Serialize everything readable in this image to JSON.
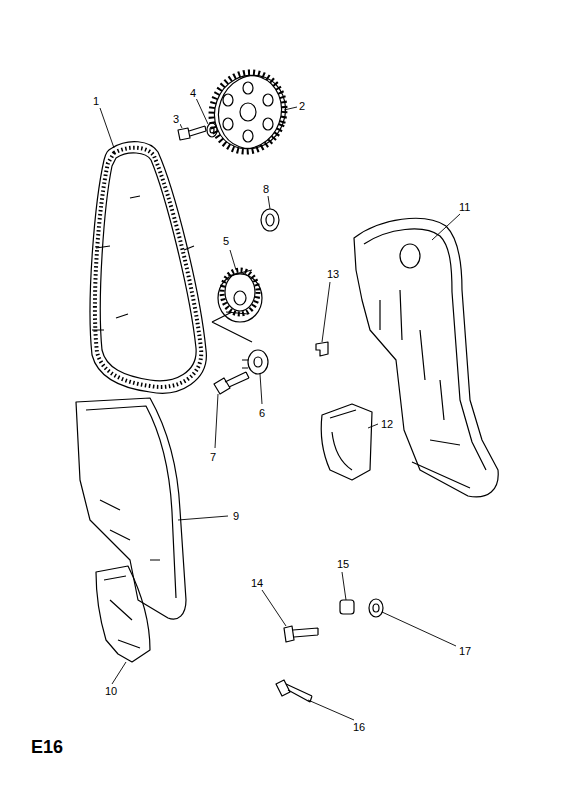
{
  "diagram": {
    "labels": [
      "1",
      "2",
      "3",
      "4",
      "5",
      "6",
      "7",
      "8",
      "9",
      "10",
      "11",
      "12",
      "13",
      "14",
      "15",
      "16",
      "17",
      "E16"
    ]
  }
}
